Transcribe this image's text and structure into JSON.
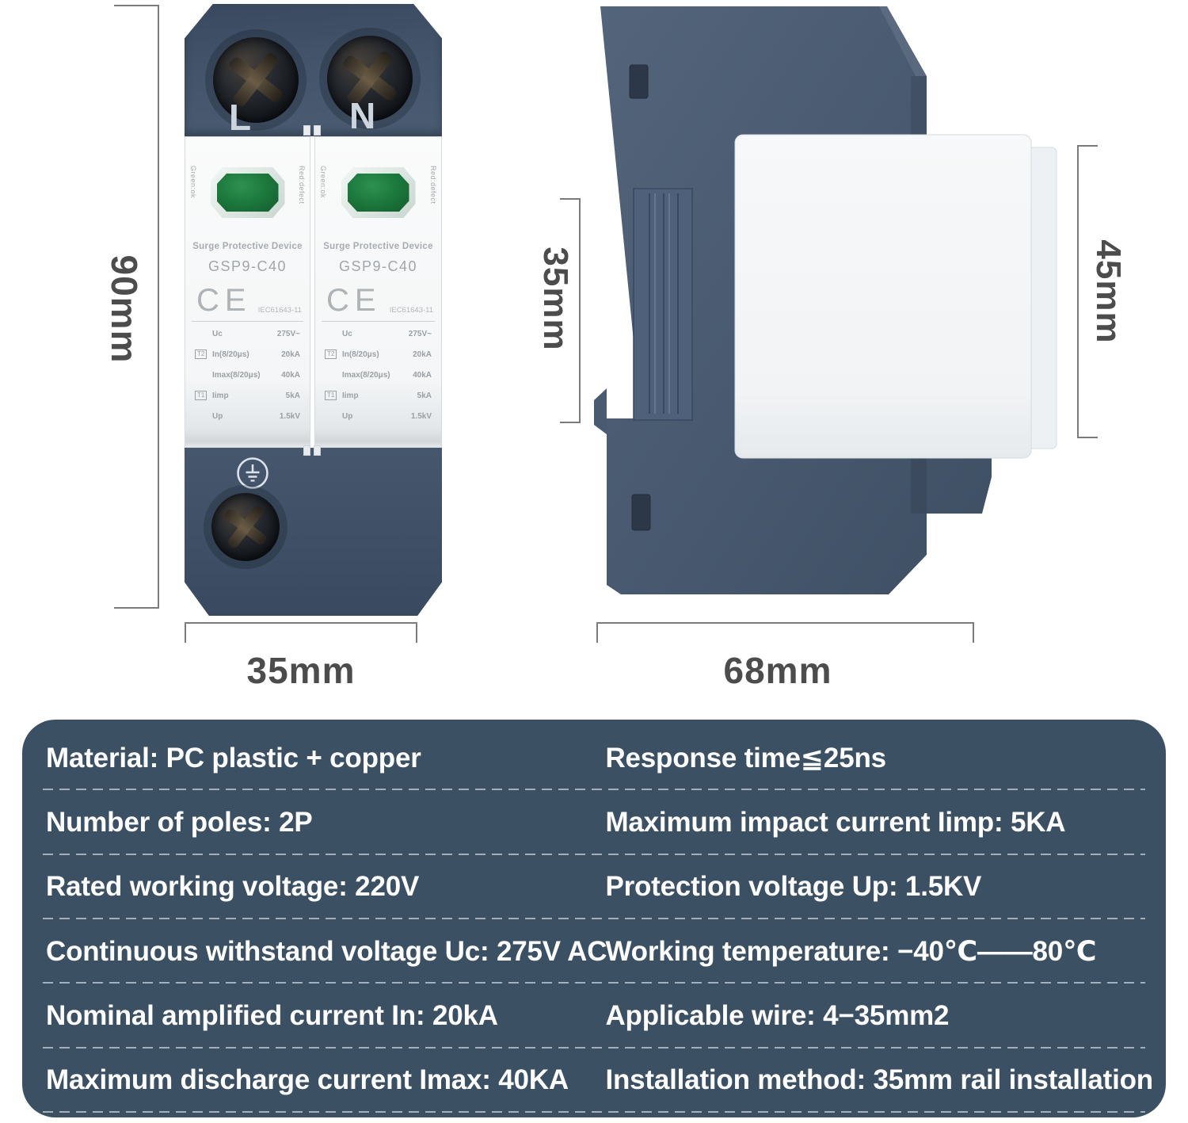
{
  "product": {
    "front_view": {
      "terminal": {
        "l": "L",
        "n": "N"
      },
      "module": {
        "side_label_left": "Green:ok",
        "side_label_right": "Red:defect",
        "product_type": "Surge Protective Device",
        "model": "GSP9-C40",
        "ce": "CE",
        "standard": "IEC61643-11",
        "rows": {
          "uc": {
            "label": "Uc",
            "value": "275V~"
          },
          "in": {
            "tag": "T2",
            "label": "In(8/20μs)",
            "value": "20kA"
          },
          "imax": {
            "label": "Imax(8/20μs)",
            "value": "40kA"
          },
          "iimp": {
            "tag": "T1",
            "label": "Iimp",
            "value": "5kA"
          },
          "up": {
            "label": "Up",
            "value": "1.5kV"
          }
        }
      }
    },
    "dimensions": {
      "front_height": "90mm",
      "front_width": "35mm",
      "side_rail": "35mm",
      "side_module": "45mm",
      "side_depth": "68mm"
    }
  },
  "spec_table": {
    "rows": [
      {
        "left": "Material: PC plastic + copper",
        "right": "Response time≦25ns"
      },
      {
        "left": "Number of poles: 2P",
        "right": "Maximum impact current Iimp: 5KA"
      },
      {
        "left": "Rated working voltage: 220V",
        "right": "Protection voltage Up: 1.5KV"
      },
      {
        "left": "Continuous withstand voltage Uc: 275V AC",
        "right": "Working temperature: −40℃——80℃"
      },
      {
        "left": "Nominal amplified current In: 20kA",
        "right": "Applicable wire: 4−35mm2"
      },
      {
        "left": "Maximum discharge current Imax: 40KA",
        "right": "Installation method: 35mm rail installation"
      }
    ]
  },
  "colors": {
    "table_bg": "#3c5064",
    "body_dark": "#42536a",
    "led_green": "#1d7a3e",
    "dim_text": "#4c4c4c",
    "cartridge_white": "#f3f5f6"
  }
}
